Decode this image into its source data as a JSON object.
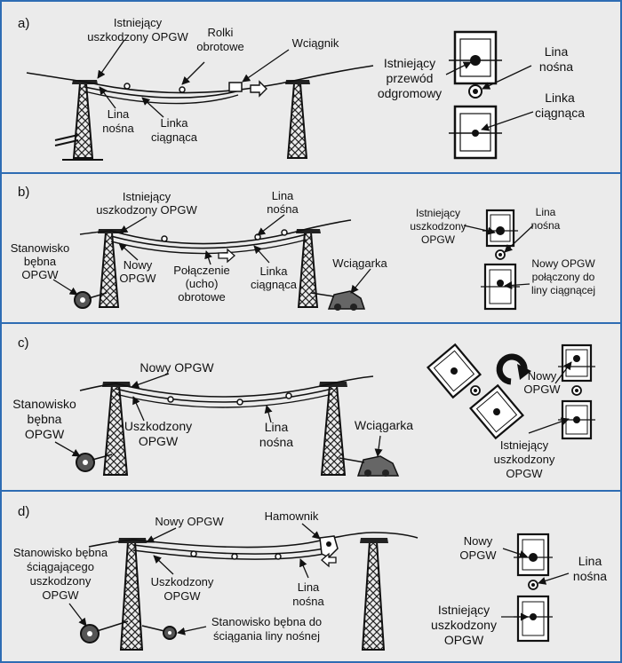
{
  "panels": [
    {
      "letter": "a)",
      "labels": {
        "existing_damaged_l1": "Istniejący",
        "existing_damaged_l2": "uszkodzony OPGW",
        "rollers_l1": "Rolki",
        "rollers_l2": "obrotowe",
        "puller": "Wciągnik",
        "carrier_line_l1": "Lina",
        "carrier_line_l2": "nośna",
        "pull_line_l1": "Linka",
        "pull_line_l2": "ciągnąca"
      },
      "detail": {
        "existing_l1": "Istniejący",
        "existing_l2": "przewód",
        "existing_l3": "odgromowy",
        "carrier_l1": "Lina",
        "carrier_l2": "nośna",
        "pull_l1": "Linka",
        "pull_l2": "ciągnąca"
      }
    },
    {
      "letter": "b)",
      "labels": {
        "existing_damaged_l1": "Istniejący",
        "existing_damaged_l2": "uszkodzony OPGW",
        "carrier_line_l1": "Lina",
        "carrier_line_l2": "nośna",
        "drum_station_l1": "Stanowisko",
        "drum_station_l2": "bębna",
        "drum_station_l3": "OPGW",
        "new_opgw_l1": "Nowy",
        "new_opgw_l2": "OPGW",
        "swivel_l1": "Połączenie",
        "swivel_l2": "(ucho)",
        "swivel_l3": "obrotowe",
        "pull_line_l1": "Linka",
        "pull_line_l2": "ciągnąca",
        "winch": "Wciągarka"
      },
      "detail": {
        "existing_l1": "Istniejący",
        "existing_l2": "uszkodzony",
        "existing_l3": "OPGW",
        "carrier_l1": "Lina",
        "carrier_l2": "nośna",
        "new_l1": "Nowy OPGW",
        "new_l2": "połączony do",
        "new_l3": "liny ciągnącej"
      }
    },
    {
      "letter": "c)",
      "labels": {
        "new_opgw": "Nowy OPGW",
        "drum_station_l1": "Stanowisko",
        "drum_station_l2": "bębna",
        "drum_station_l3": "OPGW",
        "damaged_l1": "Uszkodzony",
        "damaged_l2": "OPGW",
        "carrier_line_l1": "Lina",
        "carrier_line_l2": "nośna",
        "winch": "Wciągarka"
      },
      "detail": {
        "new_l1": "Nowy",
        "new_l2": "OPGW",
        "existing_l1": "Istniejący",
        "existing_l2": "uszkodzony",
        "existing_l3": "OPGW"
      }
    },
    {
      "letter": "d)",
      "labels": {
        "new_opgw": "Nowy OPGW",
        "brake": "Hamownik",
        "drum_damaged_l1": "Stanowisko bębna",
        "drum_damaged_l2": "ściągającego",
        "drum_damaged_l3": "uszkodzony",
        "drum_damaged_l4": "OPGW",
        "damaged_l1": "Uszkodzony",
        "damaged_l2": "OPGW",
        "carrier_line_l1": "Lina",
        "carrier_line_l2": "nośna",
        "drum_carrier_l1": "Stanowisko bębna do",
        "drum_carrier_l2": "ściągania liny nośnej"
      },
      "detail": {
        "new_l1": "Nowy",
        "new_l2": "OPGW",
        "carrier_l1": "Lina",
        "carrier_l2": "nośna",
        "existing_l1": "Istniejący",
        "existing_l2": "uszkodzony",
        "existing_l3": "OPGW"
      }
    }
  ],
  "colors": {
    "frame": "#2e6cb3",
    "panel_bg": "#ebebeb",
    "ink": "#111111"
  }
}
